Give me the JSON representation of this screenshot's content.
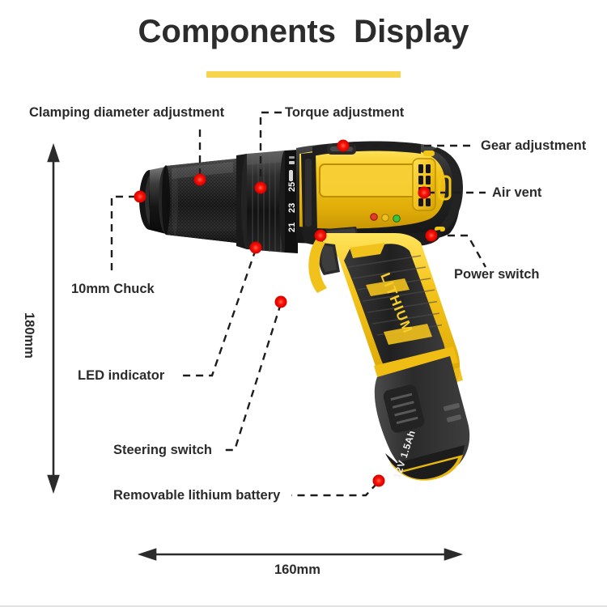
{
  "header": {
    "title": "Components  Display",
    "accent_color": "#f7d44c",
    "text_color": "#2c2c2c"
  },
  "product": {
    "name": "cordless-lithium-drill",
    "body_yellow": "#f2c21c",
    "body_black": "#2a2a2a",
    "handle_text": "LITHIUM",
    "battery_text": "12V 1.5Ah",
    "torque_scale": [
      "21",
      "23",
      "25"
    ],
    "indicator_colors": [
      "#e03b2b",
      "#f0c020",
      "#3cc43c"
    ],
    "callout_dot_color": "#fb0f0f"
  },
  "callouts": [
    {
      "id": "clamping-diameter-adjustment",
      "label": "Clamping diameter adjustment"
    },
    {
      "id": "torque-adjustment",
      "label": "Torque adjustment"
    },
    {
      "id": "gear-adjustment",
      "label": "Gear adjustment"
    },
    {
      "id": "air-vent",
      "label": "Air vent"
    },
    {
      "id": "power-switch",
      "label": "Power switch"
    },
    {
      "id": "chuck",
      "label": "10mm Chuck"
    },
    {
      "id": "led-indicator",
      "label": "LED indicator"
    },
    {
      "id": "steering-switch",
      "label": "Steering switch"
    },
    {
      "id": "removable-lithium-battery",
      "label": "Removable lithium battery"
    }
  ],
  "dimensions": {
    "height": "180mm",
    "width": "160mm"
  }
}
